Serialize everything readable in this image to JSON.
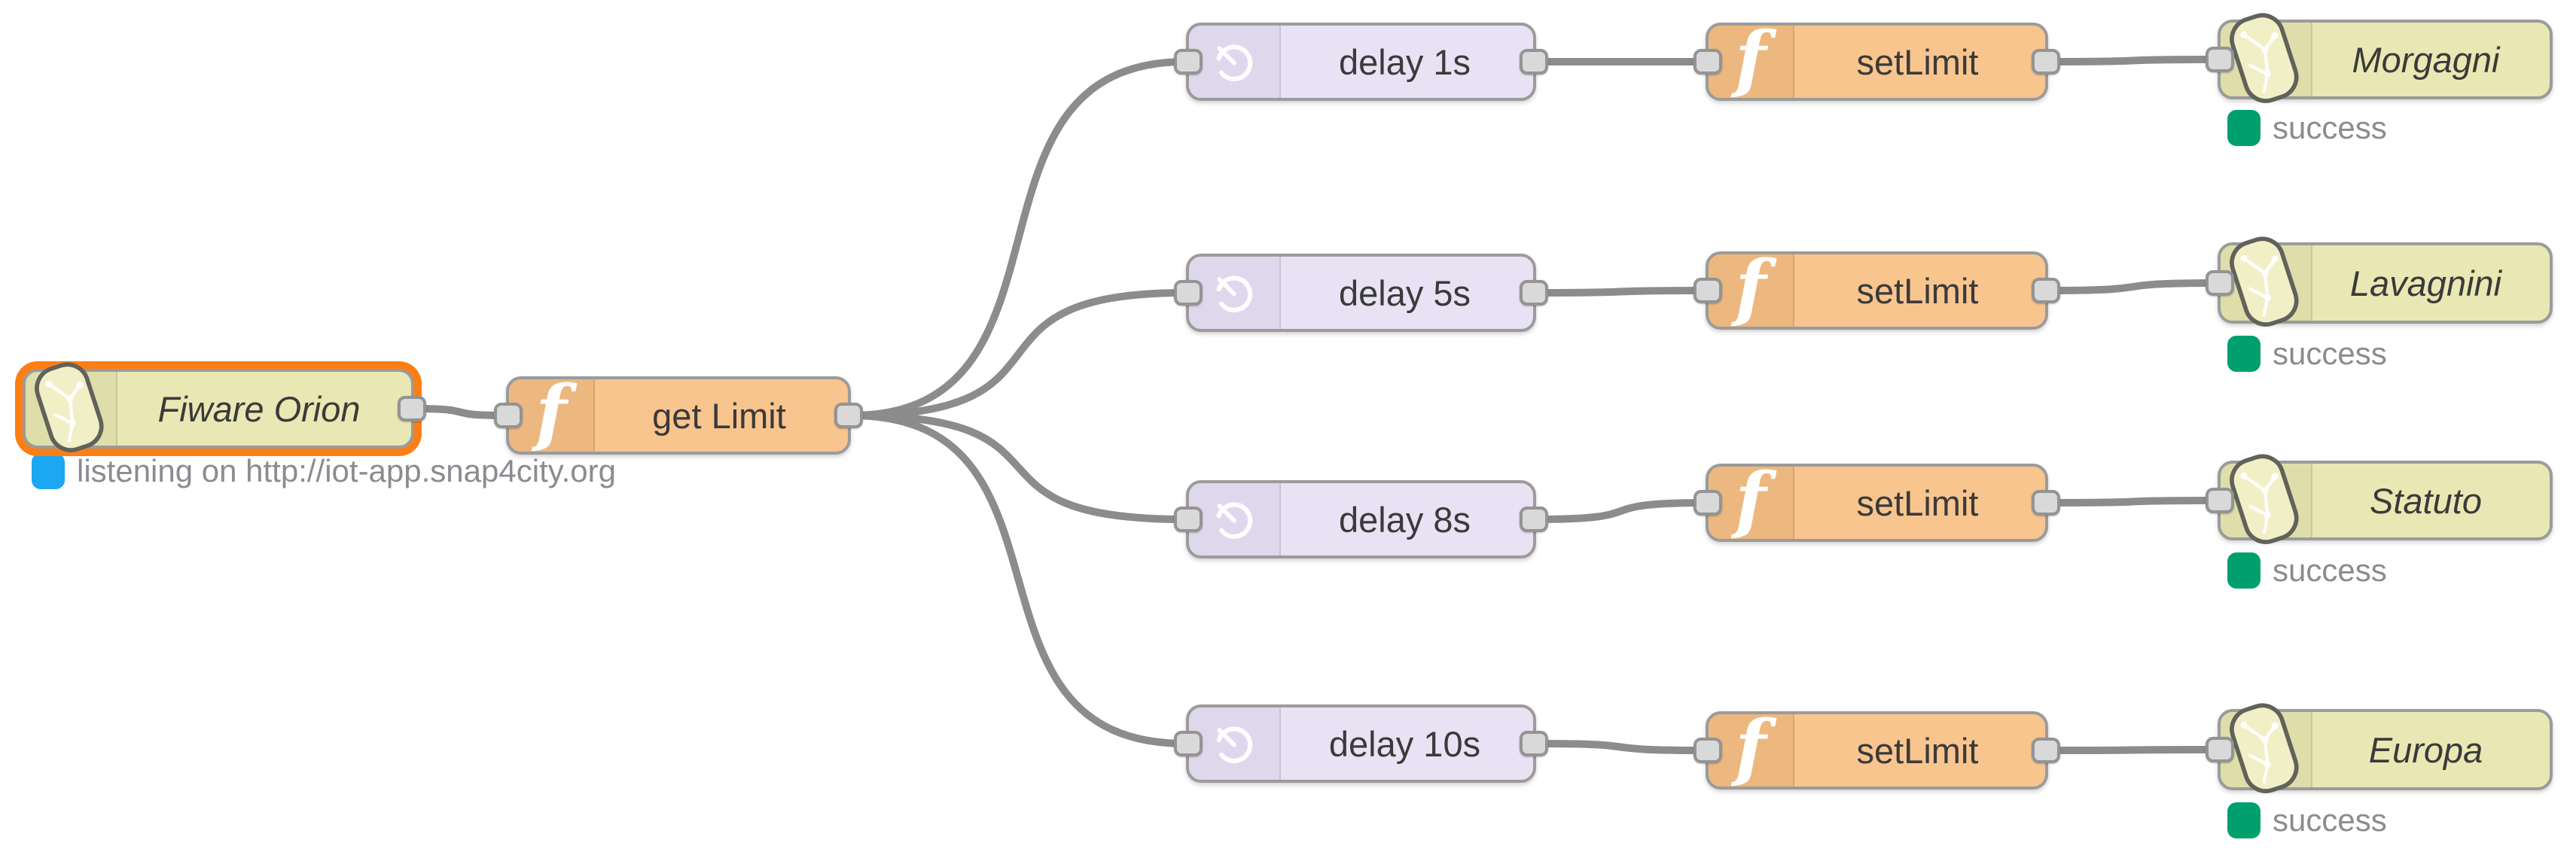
{
  "editor": {
    "kind": "node-red-flow-canvas"
  },
  "colors": {
    "function_node": "#F8C58E",
    "delay_node": "#E8E2F4",
    "map_node": "#E9E8B4",
    "selected_border": "#FD7E14",
    "wire": "#8C8C8C",
    "status_success_dot": "#00A06E",
    "status_listening_dot": "#1BA7F2",
    "status_text": "#8B8B90"
  },
  "icons": {
    "function_glyph": "f",
    "timer": "timer-icon",
    "map": "map-icon"
  },
  "nodes": {
    "fiware_orion": {
      "label": "Fiware Orion",
      "type": "fiware-orion",
      "selected": true,
      "status": {
        "text": "listening on http://iot-app.snap4city.org",
        "color": "#1BA7F2"
      }
    },
    "get_limit": {
      "label": "get Limit",
      "type": "function"
    },
    "delay_1s": {
      "label": "delay 1s",
      "type": "delay"
    },
    "delay_5s": {
      "label": "delay 5s",
      "type": "delay"
    },
    "delay_8s": {
      "label": "delay 8s",
      "type": "delay"
    },
    "delay_10s": {
      "label": "delay 10s",
      "type": "delay"
    },
    "set_limit_1": {
      "label": "setLimit",
      "type": "function"
    },
    "set_limit_2": {
      "label": "setLimit",
      "type": "function"
    },
    "set_limit_3": {
      "label": "setLimit",
      "type": "function"
    },
    "set_limit_4": {
      "label": "setLimit",
      "type": "function"
    },
    "morgagni": {
      "label": "Morgagni",
      "type": "map-output",
      "status": {
        "text": "success",
        "color": "#00A06E"
      }
    },
    "lavagnini": {
      "label": "Lavagnini",
      "type": "map-output",
      "status": {
        "text": "success",
        "color": "#00A06E"
      }
    },
    "statuto": {
      "label": "Statuto",
      "type": "map-output",
      "status": {
        "text": "success",
        "color": "#00A06E"
      }
    },
    "europa": {
      "label": "Europa",
      "type": "map-output",
      "status": {
        "text": "success",
        "color": "#00A06E"
      }
    }
  },
  "wires": [
    {
      "from": "fiware_orion",
      "to": "get_limit"
    },
    {
      "from": "get_limit",
      "to": "delay_1s"
    },
    {
      "from": "get_limit",
      "to": "delay_5s"
    },
    {
      "from": "get_limit",
      "to": "delay_8s"
    },
    {
      "from": "get_limit",
      "to": "delay_10s"
    },
    {
      "from": "delay_1s",
      "to": "set_limit_1"
    },
    {
      "from": "delay_5s",
      "to": "set_limit_2"
    },
    {
      "from": "delay_8s",
      "to": "set_limit_3"
    },
    {
      "from": "delay_10s",
      "to": "set_limit_4"
    },
    {
      "from": "set_limit_1",
      "to": "morgagni"
    },
    {
      "from": "set_limit_2",
      "to": "lavagnini"
    },
    {
      "from": "set_limit_3",
      "to": "statuto"
    },
    {
      "from": "set_limit_4",
      "to": "europa"
    }
  ]
}
